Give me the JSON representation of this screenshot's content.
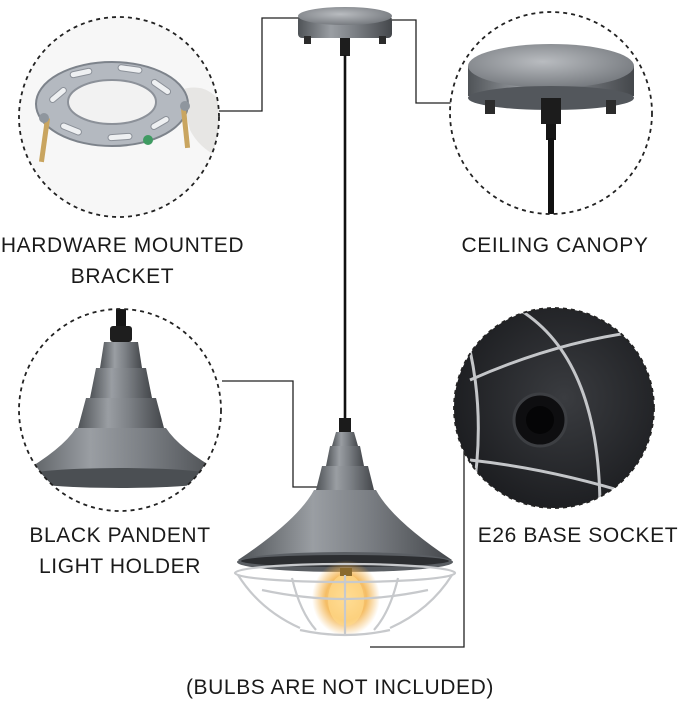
{
  "labels": {
    "hardware": [
      "HARDWARE MOUNTED",
      "BRACKET"
    ],
    "canopy": "CEILING CANOPY",
    "holder": [
      "BLACK PANDENT",
      "LIGHT HOLDER"
    ],
    "socket": "E26 BASE SOCKET",
    "bulbs": "(BULBS ARE NOT INCLUDED)"
  },
  "colors": {
    "metal": "#7b7f84",
    "metal_dark": "#55595e",
    "cord": "#111111",
    "bulb_glow": "#f3b24a",
    "socket_interior": "#2a2c30"
  }
}
